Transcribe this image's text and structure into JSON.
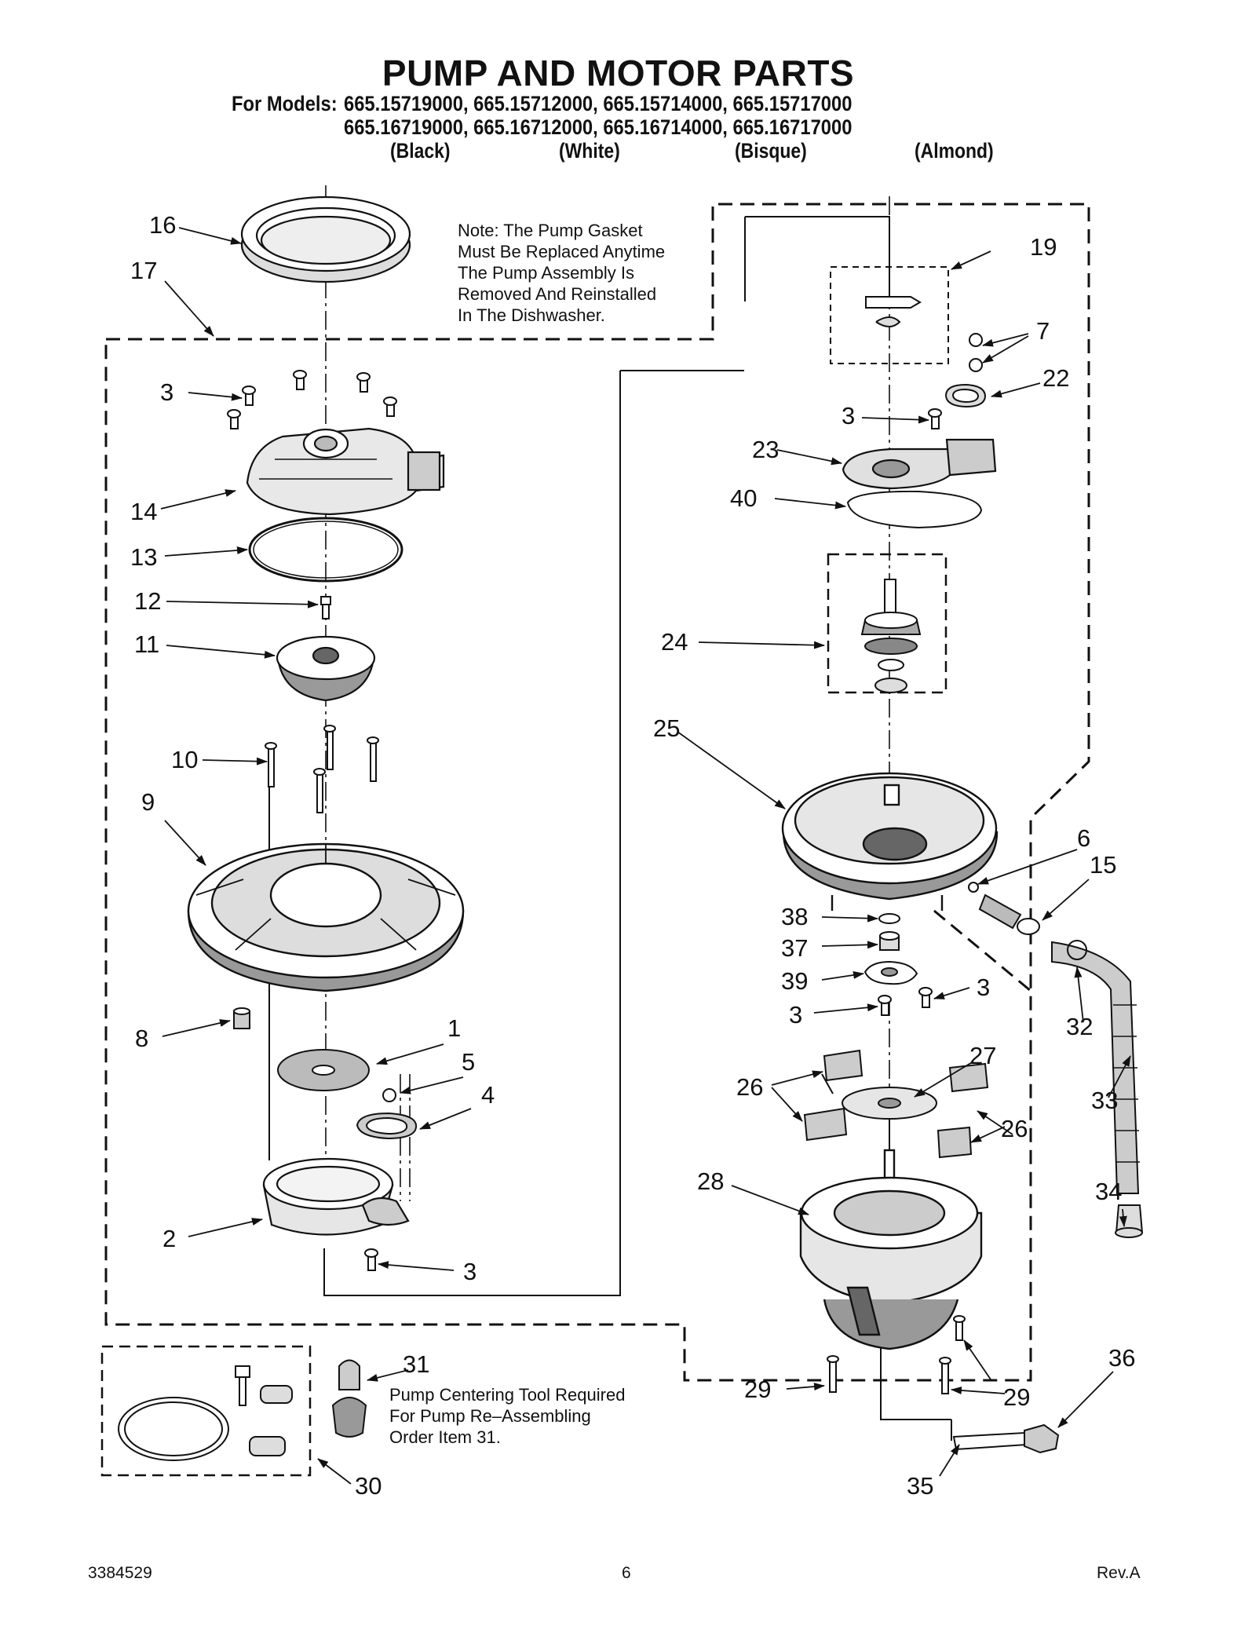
{
  "title": "PUMP AND MOTOR PARTS",
  "models": {
    "prefix": "For Models:",
    "line1": "665.15719000, 665.15712000, 665.15714000, 665.15717000",
    "line2": "665.16719000, 665.16712000, 665.16714000, 665.16717000",
    "colors": [
      "(Black)",
      "(White)",
      "(Bisque)",
      "(Almond)"
    ]
  },
  "notes": {
    "gasket": [
      "Note: The Pump Gasket",
      "Must Be Replaced Anytime",
      "The Pump Assembly Is",
      "Removed And Reinstalled",
      "In The Dishwasher."
    ],
    "tool": [
      "Pump Centering Tool Required",
      "For Pump Re–Assembling",
      "Order Item 31."
    ]
  },
  "callouts": [
    "16",
    "17",
    "19",
    "7",
    "22",
    "3",
    "3",
    "23",
    "40",
    "14",
    "13",
    "12",
    "11",
    "24",
    "25",
    "10",
    "9",
    "6",
    "15",
    "38",
    "37",
    "39",
    "3",
    "3",
    "8",
    "1",
    "5",
    "4",
    "32",
    "27",
    "26",
    "33",
    "26",
    "28",
    "34",
    "2",
    "3",
    "31",
    "29",
    "29",
    "36",
    "30",
    "35"
  ],
  "footer": {
    "doc_number": "3384529",
    "page": "6",
    "revision": "Rev.A"
  }
}
